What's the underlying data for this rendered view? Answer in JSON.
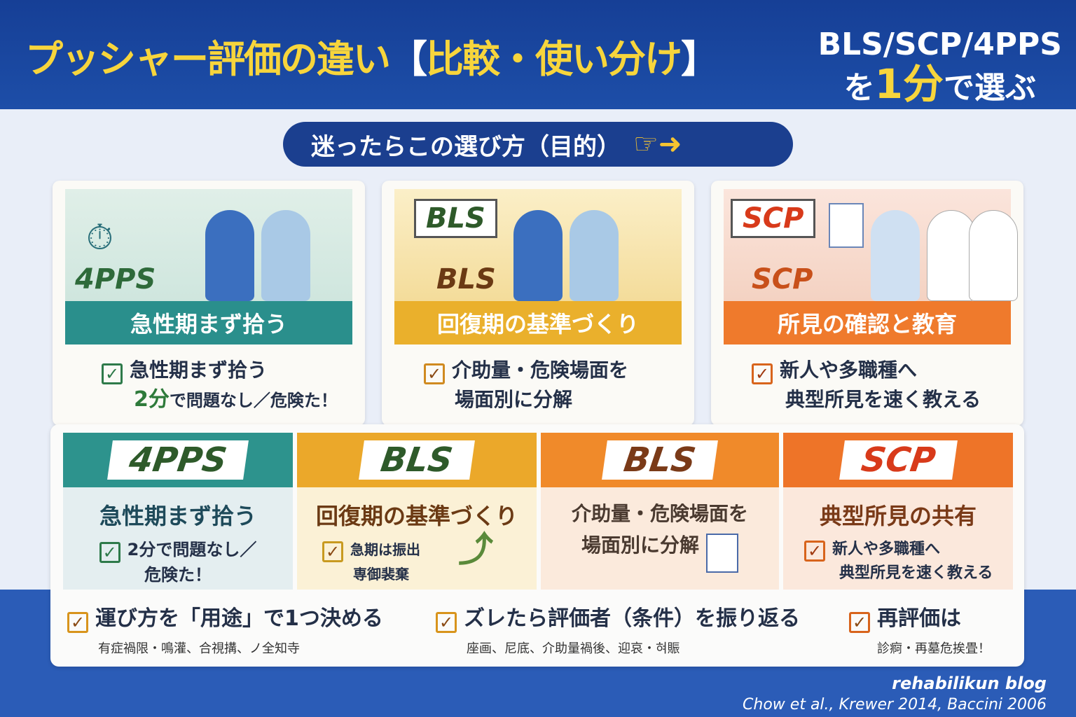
{
  "header": {
    "title_a": "プッシャー評価の違い",
    "title_b": "【",
    "title_c": "比較・使い分け",
    "title_d": "】",
    "subtitle_line1": "BLS/SCP/4PPS",
    "subtitle_pre": "を",
    "subtitle_hl": "1分",
    "subtitle_post": "で選ぶ"
  },
  "guide": {
    "label": "迷ったらこの選び方（目的）",
    "icon": "pointing-hand-arrow-icon"
  },
  "cards": [
    {
      "tag": "4PPS",
      "badge": "",
      "band": "急性期まず拾う",
      "line1": "急性期まず拾う",
      "line2_hl": "2分",
      "line2": "で問題なし／危険た！",
      "color": "#2a8f8c"
    },
    {
      "tag": "BLS",
      "badge": "BLS",
      "band": "回復期の基準づくり",
      "line1": "介助量・危険場面を",
      "line2_hl": "",
      "line2": "場面別に分解",
      "color": "#eab02c"
    },
    {
      "tag": "SCP",
      "badge": "SCP",
      "band": "所見の確認と教育",
      "line1": "新人や多職種へ",
      "line2_hl": "",
      "line2": "典型所見を速く教える",
      "color": "#ef7a2c"
    }
  ],
  "columns": [
    {
      "label": "4PPS",
      "heading": "急性期まず拾う",
      "text1": "2分で問題なし／",
      "text2": "危険た！",
      "color": "#2d938d"
    },
    {
      "label": "BLS",
      "heading": "回復期の基準づくり",
      "text1": "急期は振出",
      "text2": "専御裴棄",
      "color": "#eba82a"
    },
    {
      "label": "BLS",
      "heading": "介助量・危険場面を",
      "text1": "場面別に分解",
      "text2": "",
      "color": "#f08a2a"
    },
    {
      "label": "SCP",
      "heading": "典型所見の共有",
      "text1": "新人や多職種へ",
      "text2": "典型所見を速く教える",
      "color": "#ee7428"
    }
  ],
  "bottom": [
    {
      "main": "運び方を「用途」で1つ決める",
      "note": "有症禍限・鳴灌、合視搆、ノ全知寺"
    },
    {
      "main": "ズレたら評価者（条件）を振り返る",
      "note": "座画、尼底、介助量禍後、迎哀・혀賑"
    },
    {
      "main": "再評価は",
      "note": "診痾・再墓危挨畳！"
    }
  ],
  "footer": {
    "brand": "rehabilikun blog",
    "refs": "Chow et al., Krewer 2014, Baccini 2006"
  }
}
